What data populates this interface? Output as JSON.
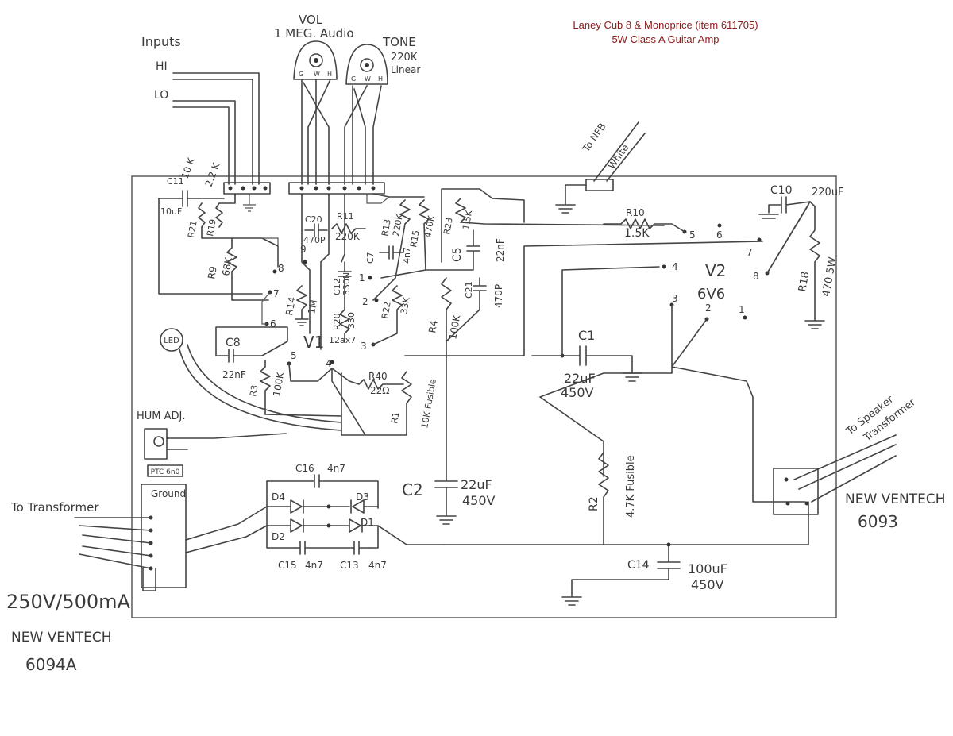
{
  "title": {
    "line1": "Laney Cub 8 & Monoprice (item 611705)",
    "line2": "5W Class A Guitar Amp"
  },
  "labels": {
    "inputs": "Inputs",
    "hi": "HI",
    "lo": "LO",
    "vol": "VOL",
    "vol_value": "1 MEG. Audio",
    "tone": "TONE",
    "tone_value": "220K",
    "tone_taper": "Linear",
    "to_nfb": "To NFB",
    "white": "White",
    "c10": "C10",
    "c10_value": "220uF",
    "r18": "R18",
    "r18_value": "470 5W",
    "r10": "R10",
    "r10_value": "1.5K",
    "v2": "V2",
    "v2_type": "6V6",
    "v1": "V1",
    "v1_type": "12ax7",
    "c11": "C11",
    "c11_value": "10uF",
    "r21": "R21",
    "r21_value": "10 K",
    "r19": "R19",
    "r19_value": "2.2 K",
    "r9": "R9",
    "r9_value": "68K",
    "r14": "R14",
    "r14_value": "1M",
    "c20": "C20",
    "c20_value": "470P",
    "r11": "R11",
    "r11_value": "220K",
    "c12": "C12",
    "c12_value": "330N",
    "r20": "R20",
    "r20_value": "330",
    "c7": "C7",
    "c7_value": "4n7",
    "r13": "R13",
    "r13_value": "220K",
    "r15": "R15",
    "r15_value": "470K",
    "r23": "R23",
    "r23_value": "1.5K",
    "r22": "R22",
    "r22_value": "33K",
    "c5": "C5",
    "c5_value": "22nF",
    "c21": "C21",
    "c21_value": "470P",
    "r4": "R4",
    "r4_value": "100K",
    "c1": "C1",
    "c1_value": "22uF",
    "c1_voltage": "450V",
    "led": "LED",
    "c8": "C8",
    "c8_value": "22nF",
    "r3": "R3",
    "r3_value": "100K",
    "r40": "R40",
    "r40_value": "22Ω",
    "r1": "R1",
    "r1_value": "10K Fusible",
    "hum_adj": "HUM ADJ.",
    "ptc": "PTC 6n0",
    "ground": "Ground",
    "to_transformer": "To Transformer",
    "c16": "C16",
    "c16_value": "4n7",
    "d4": "D4",
    "d3": "D3",
    "d2": "D2",
    "d1": "D1",
    "c15": "C15",
    "c15_value": "4n7",
    "c13": "C13",
    "c13_value": "4n7",
    "c2": "C2",
    "c2_value": "22uF",
    "c2_voltage": "450V",
    "r2": "R2",
    "r2_value": "4.7K Fusible",
    "c14": "C14",
    "c14_value": "100uF",
    "c14_voltage": "450V",
    "power_rating": "250V/500mA",
    "new_ventech_left": "NEW VENTECH",
    "part_left": "6094A",
    "to_speaker": "To Speaker",
    "transformer": "Transformer",
    "new_ventech_right": "NEW VENTECH",
    "part_right": "6093",
    "pin_g": "G",
    "pin_w": "W",
    "pin_h": "H",
    "pins": [
      "1",
      "2",
      "3",
      "4",
      "5",
      "6",
      "7",
      "8",
      "9"
    ]
  }
}
